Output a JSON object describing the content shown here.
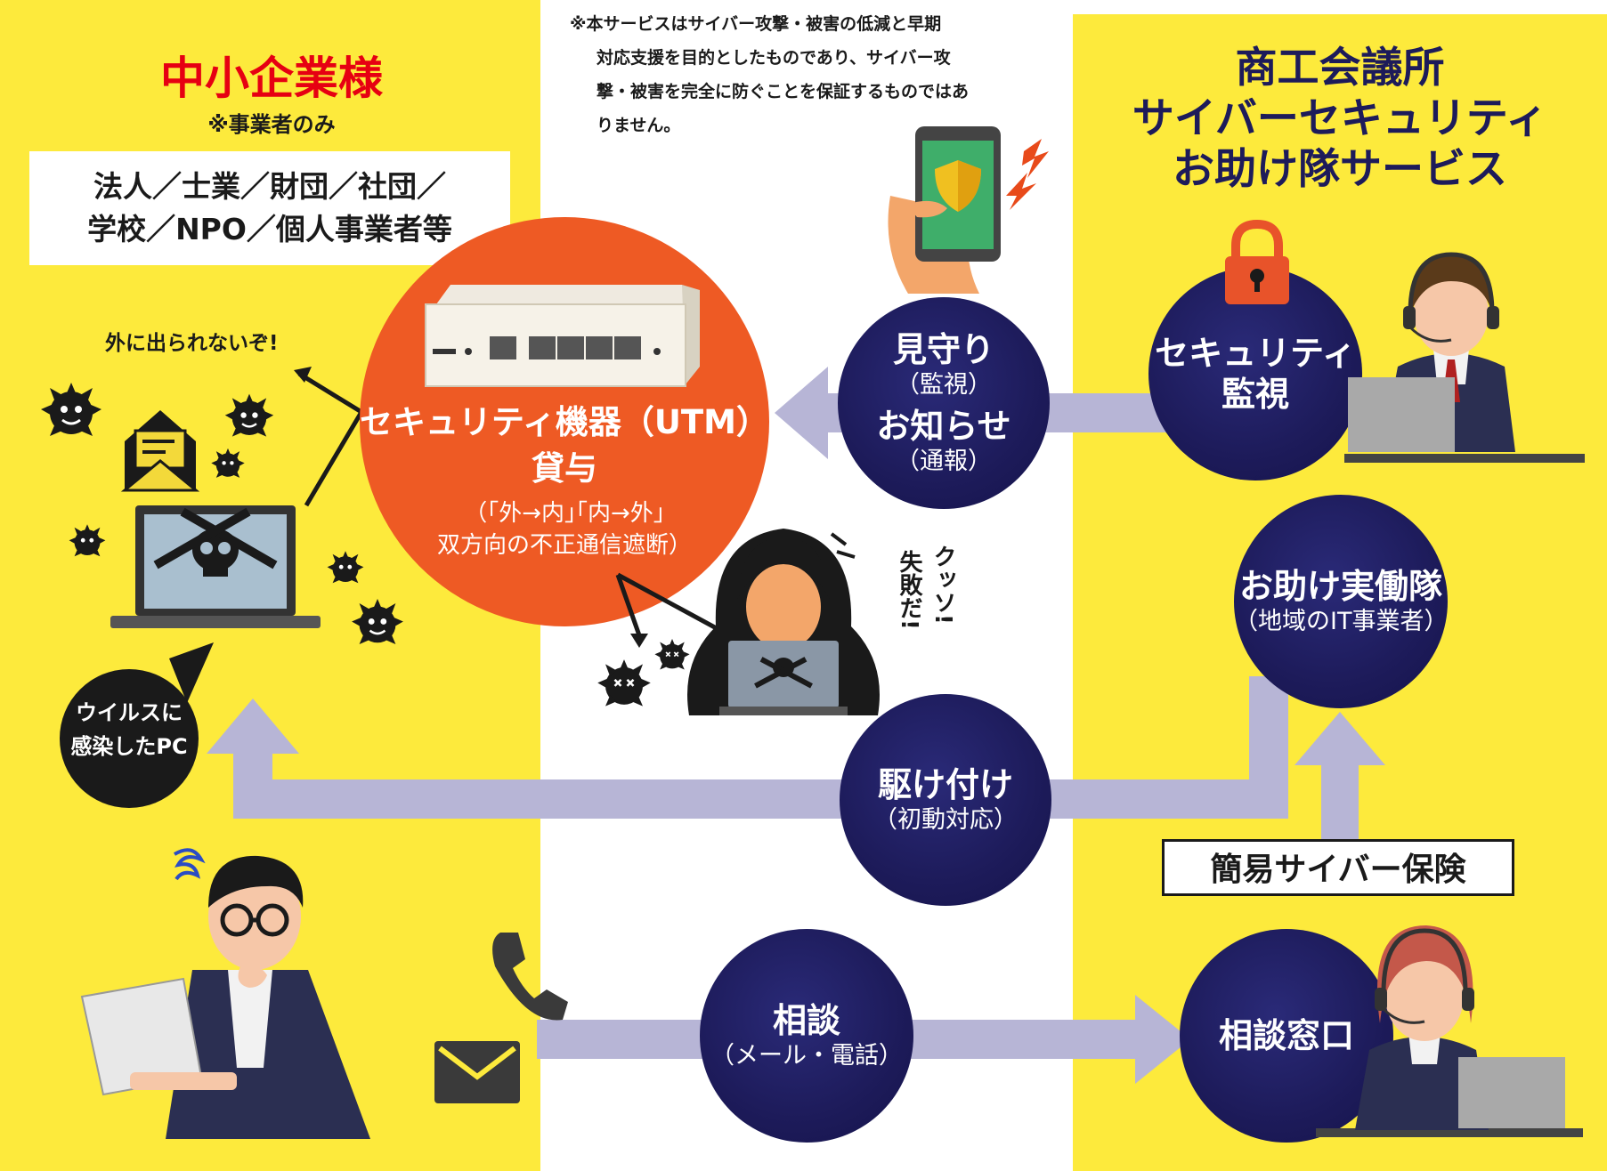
{
  "left_panel": {
    "title": "中小企業様",
    "subtitle": "※事業者のみ",
    "entity_line1": "法人／士業／財団／社団／",
    "entity_line2": "学校／NPO／個人事業者等",
    "virus_caption": "外に出られないぞ!",
    "infected_pc_line1": "ウイルスに",
    "infected_pc_line2": "感染したPC"
  },
  "right_panel": {
    "title_line1": "商工会議所",
    "title_line2": "サイバーセキュリティ",
    "title_line3": "お助け隊サービス",
    "security_monitor_line1": "セキュリティ",
    "security_monitor_line2": "監視",
    "support_team_title": "お助け実働隊",
    "support_team_sub": "（地域のIT事業者）",
    "insurance": "簡易サイバー保険",
    "consult_desk": "相談窓口"
  },
  "disclaimer": {
    "line1": "※本サービスはサイバー攻撃・被害の低減と早期",
    "line2": "対応支援を目的としたものであり、サイバー攻",
    "line3": "撃・被害を完全に防ぐことを保証するものではあ",
    "line4": "りません。"
  },
  "utm": {
    "title": "セキュリティ機器（UTM）",
    "title2": "貸与",
    "sub1": "（｢外→内｣｢内→外｣",
    "sub2": "双方向の不正通信遮断）"
  },
  "hacker_speech": {
    "col1": "クッソ!",
    "col2": "失敗だ!"
  },
  "flows": {
    "monitor_title": "見守り",
    "monitor_sub": "（監視）",
    "notify_title": "お知らせ",
    "notify_sub": "（通報）",
    "rush_title": "駆け付け",
    "rush_sub": "（初動対応）",
    "consult_title": "相談",
    "consult_sub": "（メール・電話）"
  },
  "colors": {
    "panel_yellow": "#fdea3c",
    "navy": "#1d1b5a",
    "utm_orange": "#ee5a24",
    "arrow_lavender": "#b7b5d6",
    "title_red": "#e60012"
  }
}
